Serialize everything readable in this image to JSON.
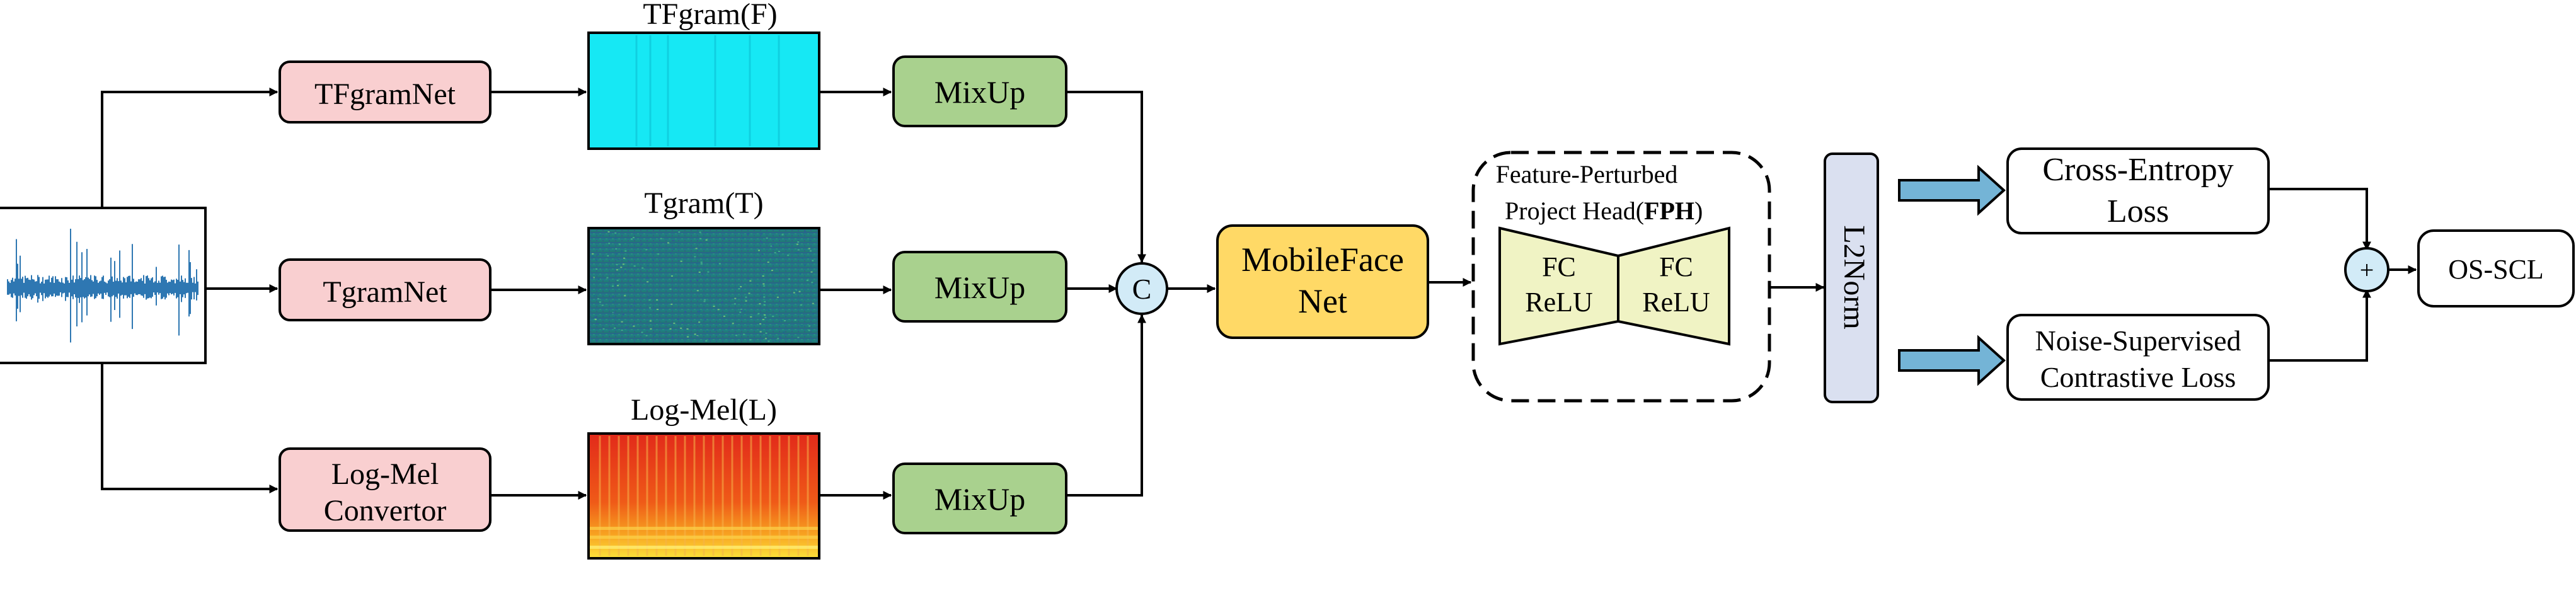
{
  "nodes": {
    "tfgramnet": "TFgramNet",
    "tgramnet": "TgramNet",
    "logmel_line1": "Log-Mel",
    "logmel_line2": "Convertor",
    "tfgram_label": "TFgram(F)",
    "tgram_label": "Tgram(T)",
    "logmel_label": "Log-Mel(L)",
    "mixup1": "MixUp",
    "mixup2": "MixUp",
    "mixup3": "MixUp",
    "concat": "C",
    "mobileface_line1": "MobileFace",
    "mobileface_line2": "Net",
    "fph_line1": "Feature-Perturbed",
    "fph_line2_prefix": "Project  Head(",
    "fph_line2_bold": "FPH",
    "fph_line2_suffix": ")",
    "fc_left_line1": "FC",
    "fc_left_line2": "ReLU",
    "fc_right_line1": "FC",
    "fc_right_line2": "ReLU",
    "l2norm": "L2Norm",
    "ce_line1": "Cross-Entropy",
    "ce_line2": "Loss",
    "ns_line1": "Noise-Supervised",
    "ns_line2": "Contrastive Loss",
    "plus": "+",
    "osscl": "OS-SCL"
  },
  "colors": {
    "pink": "#f9cfd0",
    "green": "#a9d18e",
    "yellow": "#ffd966",
    "fc_fill": "#f0f3c4",
    "norm_fill": "#dae0f0",
    "circle_fill": "#d2ebf7",
    "block_arrow": "#74b4d6",
    "waveform": "#2e77b2",
    "tfgram": "#16e8f4",
    "tgram": "#1f7f86",
    "logmel": "#e8301c"
  }
}
